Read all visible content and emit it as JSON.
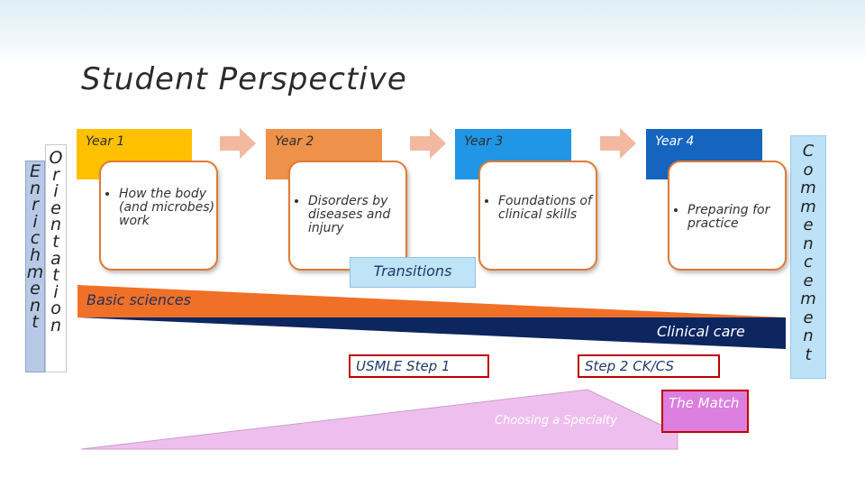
{
  "title": "Student Perspective",
  "left_label": {
    "enrichment": [
      "E",
      "n",
      "r",
      "i",
      "c",
      "h",
      "m",
      "e",
      "n",
      "t"
    ],
    "orientation": [
      "O",
      "r",
      "i",
      "e",
      "n",
      "t",
      "a",
      "t",
      "i",
      "o",
      "n"
    ]
  },
  "right_label": {
    "commencement": [
      "C",
      "o",
      "m",
      "m",
      "e",
      "n",
      "c",
      "e",
      "m",
      "e",
      "n",
      "t"
    ]
  },
  "years": [
    {
      "label": "Year 1",
      "item": "How the body (and microbes) work",
      "color": "#ffc000"
    },
    {
      "label": "Year 2",
      "item": "Disorders by diseases and injury",
      "color": "#ee914a"
    },
    {
      "label": "Year 3",
      "item": "Foundations of clinical skills",
      "color": "#2196e6"
    },
    {
      "label": "Year 4",
      "item": "Preparing for practice",
      "color": "#1565c0"
    }
  ],
  "bands": {
    "basic_sciences": "Basic sciences",
    "transitions": "Transitions",
    "clinical_care": "Clinical care"
  },
  "milestones": {
    "step1": "USMLE Step 1",
    "step2": "Step 2 CK/CS",
    "match": "The Match",
    "specialty": "Choosing a Specialty"
  },
  "colors": {
    "basic_band": "#f07028",
    "clinical_band": "#0d2660",
    "transitions_box": "#bfe3f7",
    "milestone_border": "#c00000",
    "specialty_fill": "#eebfee",
    "match_fill": "#dc7fe0",
    "arrow": "#f2b8a0"
  }
}
